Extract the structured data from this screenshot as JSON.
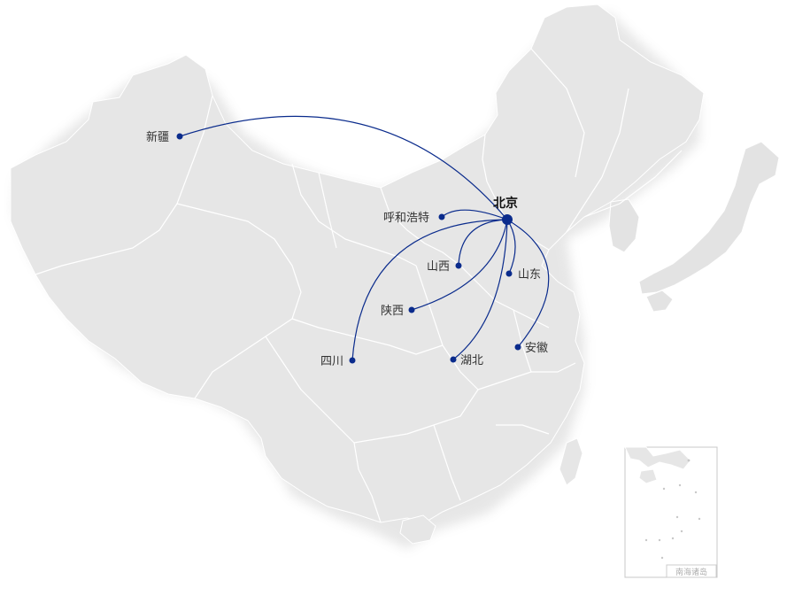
{
  "hub": {
    "name": "北京",
    "color": "#0a2b8c"
  },
  "destinations": [
    {
      "id": "xinjiang",
      "label": "新疆"
    },
    {
      "id": "huhehaote",
      "label": "呼和浩特"
    },
    {
      "id": "shanxi",
      "label": "山西"
    },
    {
      "id": "shandong",
      "label": "山东"
    },
    {
      "id": "shaanxi",
      "label": "陕西"
    },
    {
      "id": "sichuan",
      "label": "四川"
    },
    {
      "id": "hubei",
      "label": "湖北"
    },
    {
      "id": "anhui",
      "label": "安徽"
    }
  ],
  "inset": {
    "label": "南海诸岛"
  },
  "colors": {
    "land": "#e6e6e6",
    "border": "#ffffff",
    "route": "#0a2b8c"
  }
}
